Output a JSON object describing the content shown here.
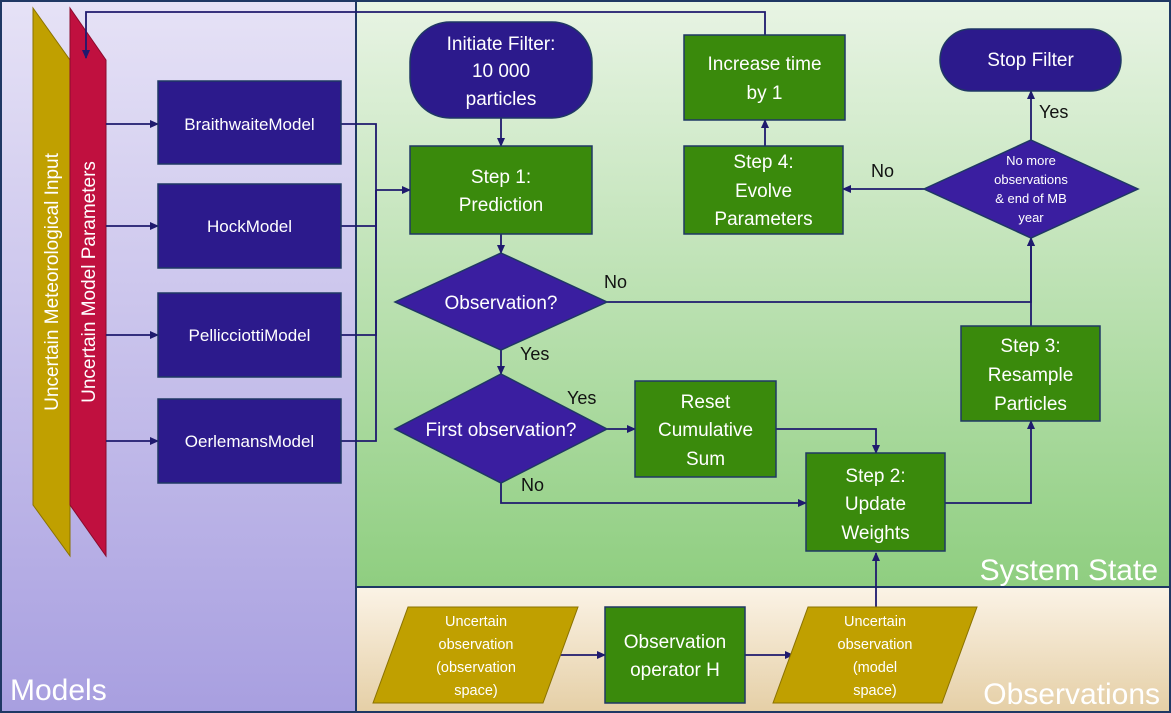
{
  "regions": {
    "models": "Models",
    "system_state": "System State",
    "observations": "Observations"
  },
  "inputs": {
    "meteorological": "Uncertain Meteorological Input",
    "model_parameters": "Uncertain Model Parameters"
  },
  "models": [
    "BraithwaiteModel",
    "HockModel",
    "PellicciottiModel",
    "OerlemansModel"
  ],
  "nodes": {
    "initiate": [
      "Initiate Filter:",
      "10 000",
      "particles"
    ],
    "step1": [
      "Step 1:",
      "Prediction"
    ],
    "observation_q": "Observation?",
    "first_obs_q": "First observation?",
    "reset": [
      "Reset",
      "Cumulative",
      "Sum"
    ],
    "step2": [
      "Step 2:",
      "Update",
      "Weights"
    ],
    "step3": [
      "Step 3:",
      "Resample",
      "Particles"
    ],
    "end_q": [
      "No more",
      "observations",
      "& end of MB",
      "year"
    ],
    "step4": [
      "Step 4:",
      "Evolve",
      "Parameters"
    ],
    "increase": [
      "Increase time",
      "by 1"
    ],
    "stop": "Stop Filter",
    "obs_space": [
      "Uncertain",
      "observation",
      "(observation",
      "space)"
    ],
    "operator": [
      "Observation",
      "operator H"
    ],
    "model_space": [
      "Uncertain",
      "observation",
      "(model",
      "space)"
    ]
  },
  "edge_labels": {
    "obs_no": "No",
    "obs_yes": "Yes",
    "first_yes": "Yes",
    "first_no": "No",
    "end_no": "No",
    "end_yes": "Yes"
  },
  "colors": {
    "models_bg_top": "#e6e2f6",
    "models_bg_bottom": "#a89fe0",
    "state_bg_top": "#e8f4e4",
    "state_bg_bottom": "#8fce80",
    "obs_bg_top": "#fbf3e6",
    "obs_bg_bottom": "#e5cfa6",
    "navy": "#2c1a8c",
    "green": "#3a8a0c",
    "gold": "#c0a000",
    "crimson": "#c0103f",
    "border": "#1f3864"
  }
}
